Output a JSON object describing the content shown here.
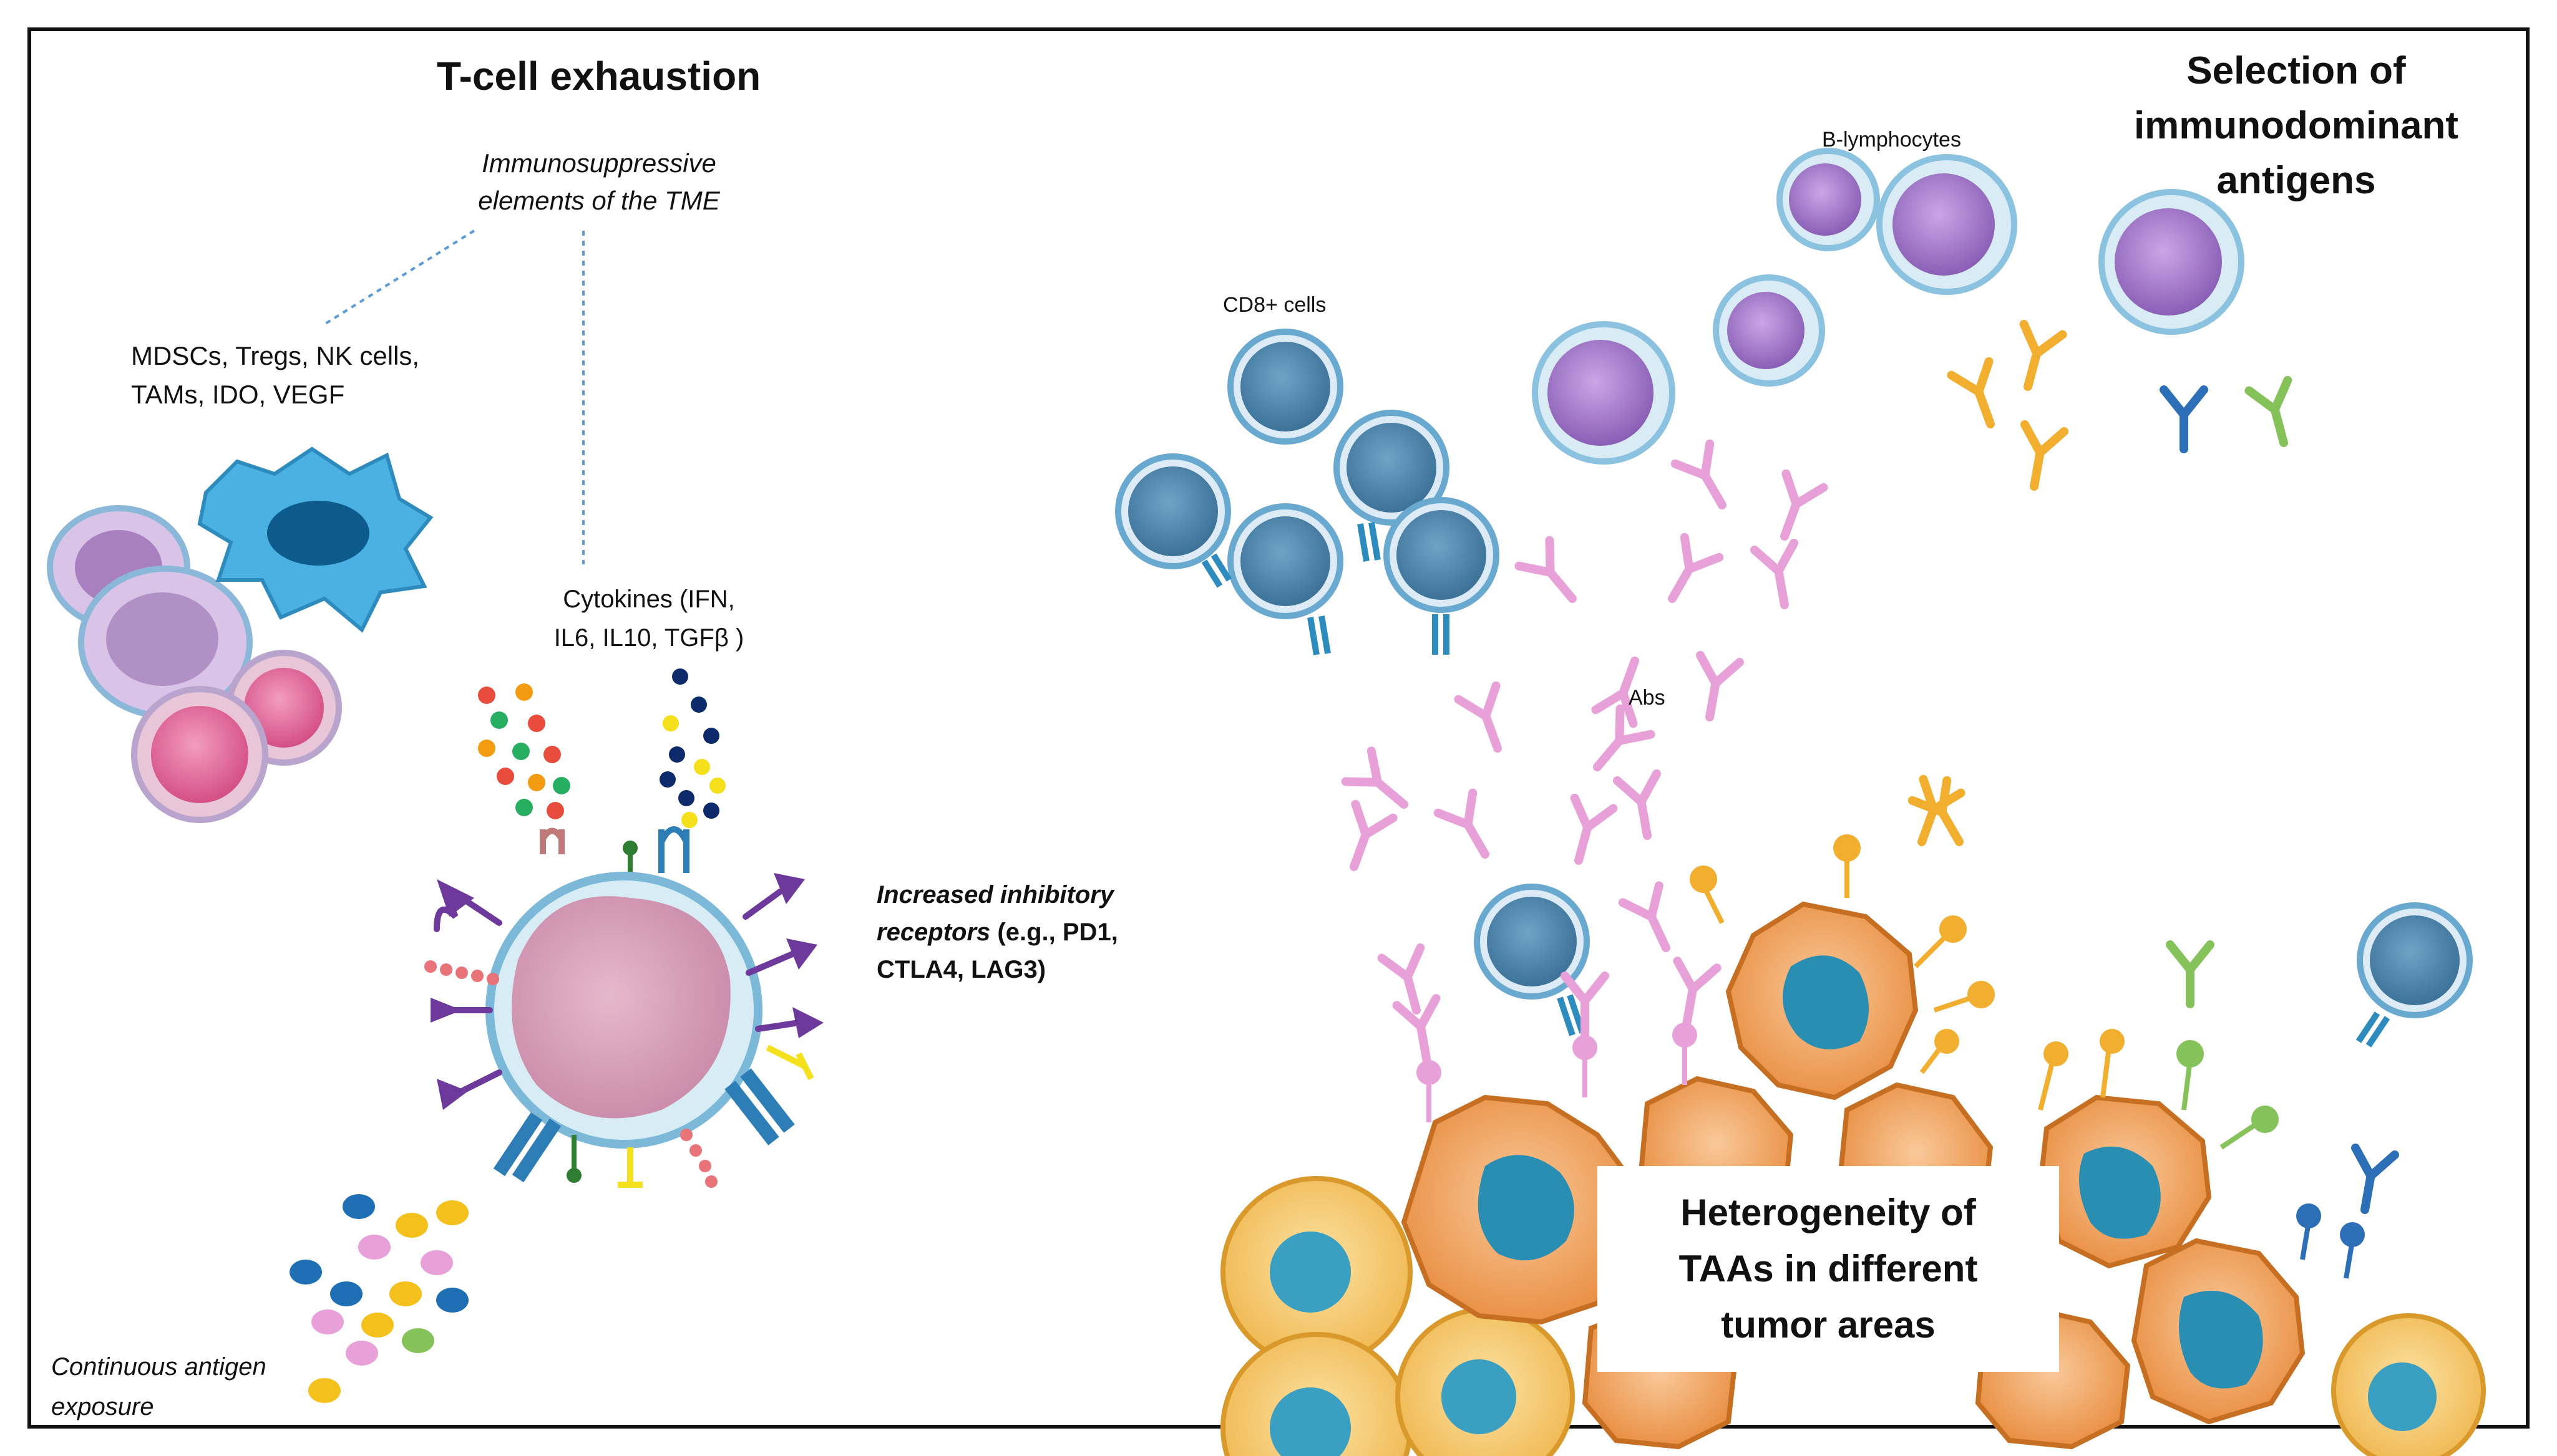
{
  "left_panel": {
    "title": "T-cell exhaustion",
    "tme_note_line1": "Immunosuppressive",
    "tme_note_line2": "elements of the TME",
    "mdsc_line1": "MDSCs, Tregs, NK cells,",
    "mdsc_line2": "TAMs, IDO, VEGF",
    "cytokines_line1": "Cytokines (IFN,",
    "cytokines_line2": "IL6, IL10, TGFβ )",
    "inhibitory_line1_italic": "Increased  inhibitory",
    "inhibitory_line2_italic": "receptors",
    "inhibitory_line2_rest": " (e.g., PD1,",
    "inhibitory_line3": "CTLA4, LAG3)",
    "antigen_line1": "Continuous antigen",
    "antigen_line2": "exposure"
  },
  "right_panel": {
    "title_line1": "Selection of",
    "title_line2": "immunodominant",
    "title_line3": "antigens",
    "cd8_label": "CD8+ cells",
    "b_label": "B-lymphocytes",
    "abs_label": "Abs",
    "hetero_line1": "Heterogeneity of",
    "hetero_line2": "TAAs in different",
    "hetero_line3": "tumor areas"
  },
  "colors": {
    "cd8_cell": "#4a86ad",
    "b_cell": "#9b70c2",
    "antibody_pink": "#e8a0d8",
    "antibody_orange": "#f2ae2e",
    "antibody_blue": "#2d6fb6",
    "antibody_green": "#86c25a",
    "tumor_cell": "#f2a45e",
    "tumor_nucleus": "#3a9fc0",
    "tcell_body": "#d89ab8",
    "inhibitory_receptor": "#6d3a9c"
  }
}
